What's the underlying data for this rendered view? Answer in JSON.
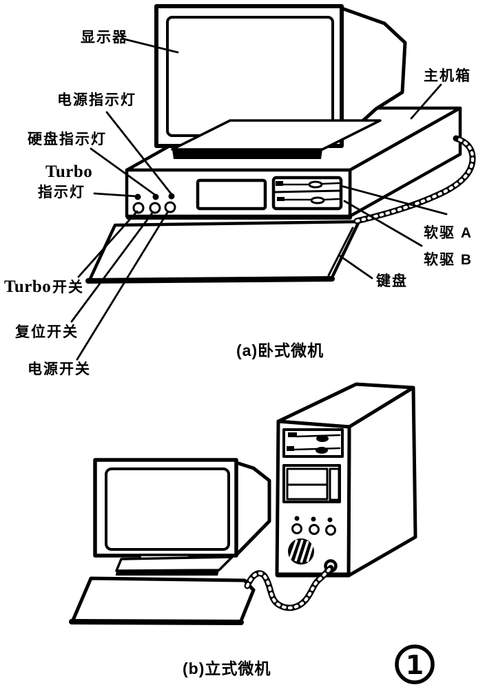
{
  "part_a": {
    "caption": "(a)卧式微机",
    "labels": {
      "monitor": "显示器",
      "main_case": "主机箱",
      "power_indicator": "电源指示灯",
      "hdd_indicator": "硬盘指示灯",
      "turbo_indicator_en": "Turbo",
      "turbo_indicator_cn": "指示灯",
      "floppy_a": "软驱 A",
      "floppy_b": "软驱 B",
      "keyboard": "键盘",
      "turbo_switch_en": "Turbo",
      "turbo_switch_cn": "开关",
      "reset_switch": "复位开关",
      "power_switch": "电源开关"
    }
  },
  "part_b": {
    "caption": "(b)立式微机"
  },
  "page_marker": "1",
  "colors": {
    "ink": "#000000",
    "paper": "#ffffff"
  }
}
